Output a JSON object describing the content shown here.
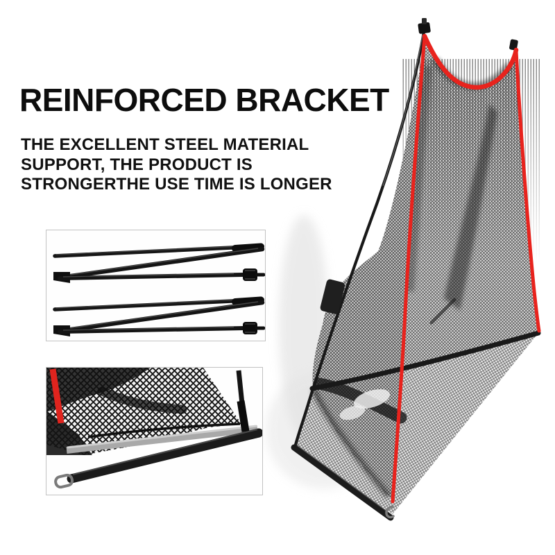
{
  "heading": {
    "title": "REINFORCED BRACKET"
  },
  "subtitle": {
    "lines": [
      "THE EXCELLENT STEEL MATERIAL",
      "SUPPORT, THE PRODUCT IS",
      "STRONGERTHE USE TIME IS LONGER"
    ]
  },
  "colors": {
    "text": "#0d0d0d",
    "accent_red": "#e8231d",
    "frame_black": "#1b1b1b",
    "mesh_gray": "#8f8f8f",
    "inset_border": "#c2c2c2",
    "background": "#ffffff"
  },
  "figures": {
    "inset_top_label": "folded-steel-poles-photo",
    "inset_bottom_label": "base-bar-closeup-photo",
    "main_label": "golf-practice-net-photo"
  }
}
